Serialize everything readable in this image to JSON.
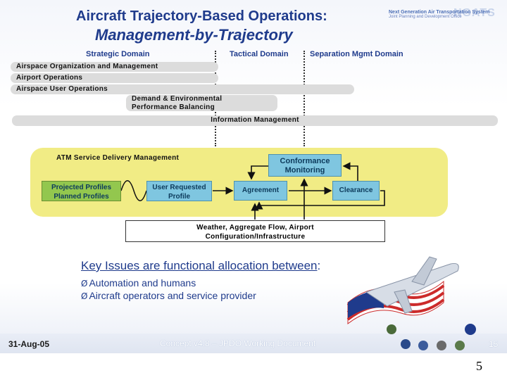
{
  "header": {
    "title_line1": "Aircraft Trajectory-Based Operations:",
    "title_line2": "Management-by-Trajectory",
    "org_line1": "Next Generation Air Transportation System",
    "org_line2": "Joint Planning and Development Office",
    "org_logo_text": "NGATS"
  },
  "domains": {
    "strategic": "Strategic Domain",
    "tactical": "Tactical Domain",
    "separation": "Separation Mgmt Domain"
  },
  "bars": {
    "airspace_org": "Airspace Organization and Management",
    "airport_ops": "Airport Operations",
    "airspace_user_ops": "Airspace User Operations",
    "demand_line1": "Demand & Environmental",
    "demand_line2": "Performance Balancing",
    "info_mgmt": "Information Management"
  },
  "atm": {
    "title": "ATM Service Delivery Management",
    "projected_line1": "Projected Profiles",
    "projected_line2": "Planned Profiles",
    "user_req_line1": "User Requested",
    "user_req_line2": "Profile",
    "agreement": "Agreement",
    "clearance": "Clearance",
    "conformance_line1": "Conformance",
    "conformance_line2": "Monitoring",
    "weather_line1": "Weather, Aggregate Flow, Airport",
    "weather_line2": "Configuration/Infrastructure"
  },
  "key_issues": {
    "heading_underlined": "Key Issues are functional allocation between",
    "heading_suffix": ":",
    "bullet_glyph": "Ø",
    "bullets": [
      "Automation and humans",
      "Aircraft operators and service provider"
    ]
  },
  "footer": {
    "date": "31-Aug-05",
    "center": "Concept v4.8 – JPDO Working Document",
    "slide_number": "15"
  },
  "page_number": "5",
  "colors": {
    "title_blue": "#1f3b8c",
    "panel_yellow": "#f1ec85",
    "box_green": "#93c74e",
    "box_blue": "#7fc6e0",
    "bar_gray": "#dcdcdc"
  },
  "icons": {
    "plane": "plane-icon",
    "flag": "us-flag-icon",
    "seals": [
      "agency-seal-icon",
      "agency-seal-icon",
      "agency-seal-icon",
      "agency-seal-icon",
      "agency-seal-icon",
      "agency-seal-icon"
    ]
  }
}
